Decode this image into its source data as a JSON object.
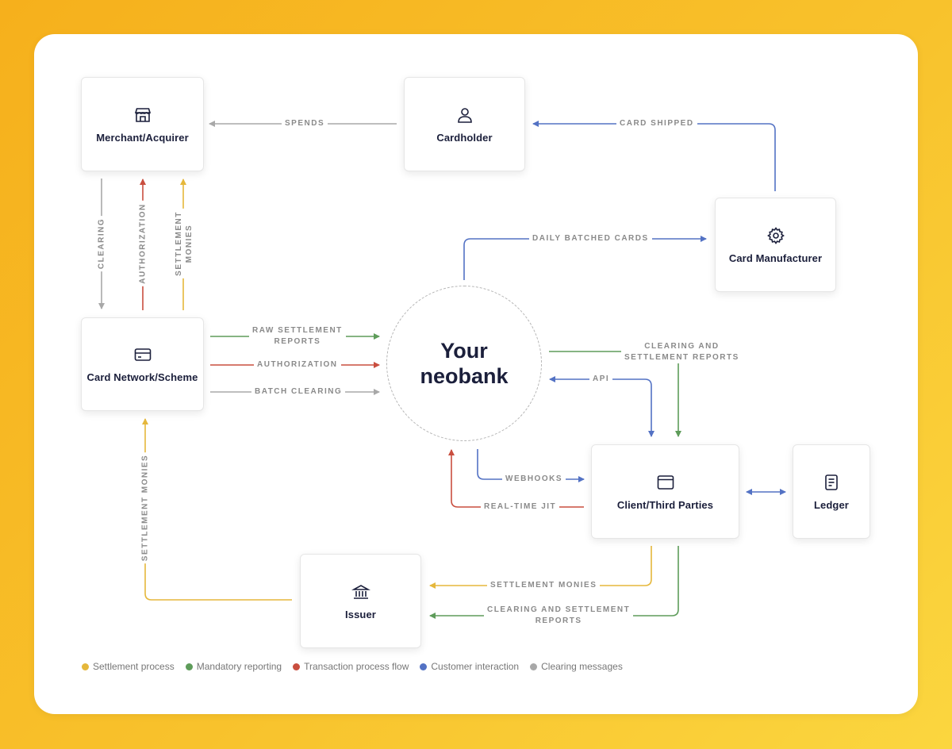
{
  "colors": {
    "settlement": "#e5b73b",
    "reporting": "#5e9c5a",
    "transaction": "#c94e3f",
    "customer": "#5372c4",
    "clearing": "#a8a8a8"
  },
  "nodes": {
    "merchant": {
      "label": "Merchant/Acquirer",
      "icon": "store-icon"
    },
    "cardholder": {
      "label": "Cardholder",
      "icon": "user-icon"
    },
    "manufacturer": {
      "label": "Card Manufacturer",
      "icon": "gear-icon"
    },
    "network": {
      "label": "Card Network/Scheme",
      "icon": "credit-card-icon"
    },
    "client": {
      "label": "Client/Third Parties",
      "icon": "browser-window-icon"
    },
    "ledger": {
      "label": "Ledger",
      "icon": "document-icon"
    },
    "issuer": {
      "label": "Issuer",
      "icon": "bank-icon"
    }
  },
  "hub": {
    "line1": "Your",
    "line2": "neobank"
  },
  "edges": {
    "spends": "SPENDS",
    "card_shipped": "CARD SHIPPED",
    "daily_batched_cards": "DAILY BATCHED CARDS",
    "clearing": "CLEARING",
    "authorization_v": "AUTHORIZATION",
    "settlement_monies_v1": "SETTLEMENT",
    "settlement_monies_v2": "MONIES",
    "raw_settlement_1": "RAW SETTLEMENT",
    "raw_settlement_2": "REPORTS",
    "authorization_h": "AUTHORIZATION",
    "batch_clearing": "BATCH CLEARING",
    "clearing_settlement_reports_1": "CLEARING AND",
    "clearing_settlement_reports_2": "SETTLEMENT REPORTS",
    "api": "API",
    "webhooks": "WEBHOOKS",
    "real_time_jit": "REAL-TIME JIT",
    "settlement_monies_issuer": "SETTLEMENT MONIES",
    "issuer_reports_1": "CLEARING AND SETTLEMENT",
    "issuer_reports_2": "REPORTS",
    "settlement_monies_left": "SETTLEMENT MONIES"
  },
  "legend": [
    {
      "label": "Settlement process",
      "color": "#e5b73b"
    },
    {
      "label": "Mandatory reporting",
      "color": "#5e9c5a"
    },
    {
      "label": "Transaction process flow",
      "color": "#c94e3f"
    },
    {
      "label": "Customer interaction",
      "color": "#5372c4"
    },
    {
      "label": "Clearing messages",
      "color": "#a8a8a8"
    }
  ]
}
